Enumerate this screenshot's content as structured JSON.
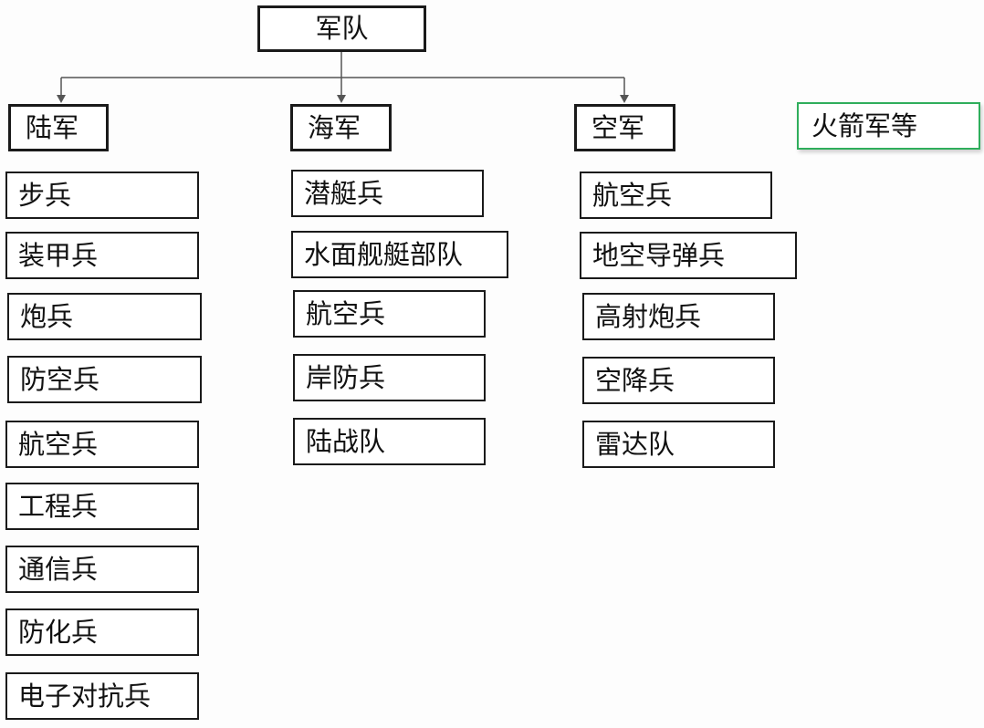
{
  "root": "军队",
  "branches": [
    {
      "name": "陆军",
      "units": [
        "步兵",
        "装甲兵",
        "炮兵",
        "防空兵",
        "航空兵",
        "工程兵",
        "通信兵",
        "防化兵",
        "电子对抗兵"
      ]
    },
    {
      "name": "海军",
      "units": [
        "潜艇兵",
        "水面舰艇部队",
        "航空兵",
        "岸防兵",
        "陆战队"
      ]
    },
    {
      "name": "空军",
      "units": [
        "航空兵",
        "地空导弹兵",
        "高射炮兵",
        "空降兵",
        "雷达队"
      ]
    }
  ],
  "extra": "火箭军等"
}
